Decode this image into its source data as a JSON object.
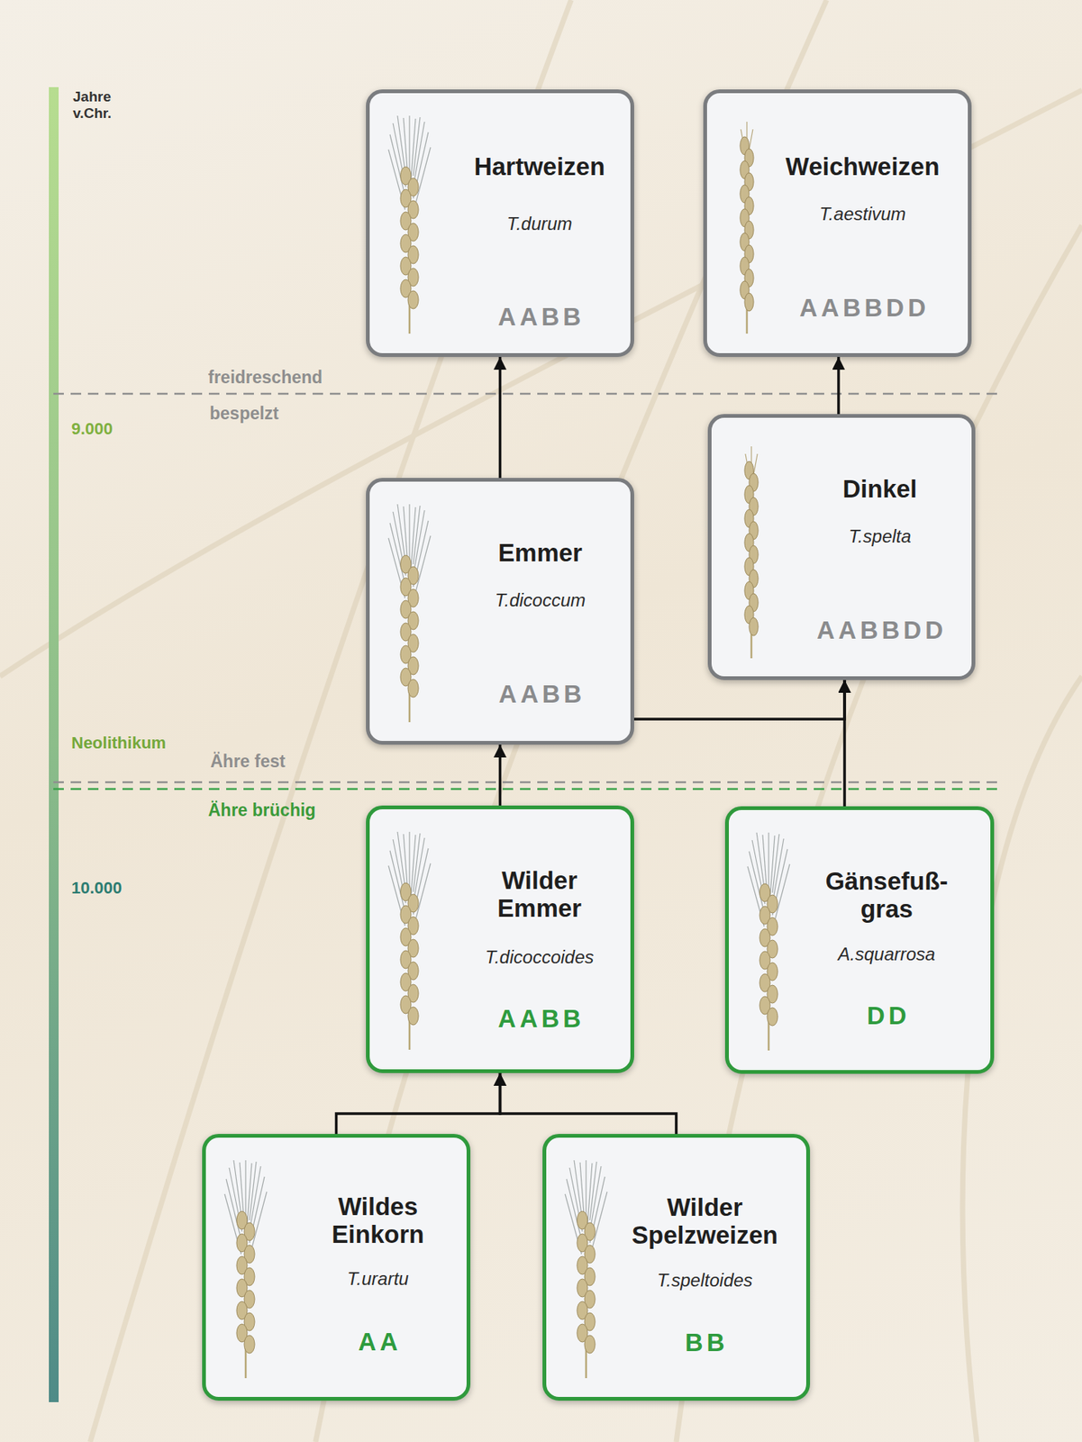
{
  "diagram": {
    "nodes": [
      {
        "text": [
          "Hartweizen",
          "T.durum",
          "AABB"
        ]
      },
      {
        "text": [
          "Weichweizen",
          "T.aestivum",
          "AABBDD"
        ]
      },
      {
        "text": [
          "Dinkel",
          "T.spelta",
          "AABBDD"
        ]
      },
      {
        "text": [
          "Emmer",
          "T.dicoccum",
          "AABB"
        ]
      },
      {
        "text": [
          "Wilder Emmer",
          "T.dicoccoides",
          "AABB"
        ]
      },
      {
        "text": [
          "Gänsefuß- gras",
          "A.squarrosa",
          "DD"
        ]
      },
      {
        "text": [
          "Wildes Einkorn",
          "T.urartu",
          "AA"
        ]
      },
      {
        "text": [
          "Wilder Spelzweizen",
          "T.speltoides",
          "BB"
        ]
      }
    ],
    "edges": [
      {
        "from": 6,
        "to": 4,
        "arrow": "to"
      },
      {
        "from": 7,
        "to": 4,
        "arrow": "to"
      },
      {
        "from": 4,
        "to": 3,
        "arrow": "to"
      },
      {
        "from": 3,
        "to": 2,
        "arrow": "to"
      },
      {
        "from": 5,
        "to": 2,
        "arrow": "to"
      },
      {
        "from": 3,
        "to": 0,
        "arrow": "to"
      },
      {
        "from": 2,
        "to": 1,
        "arrow": "to"
      }
    ],
    "labels": [
      "Jahre v.Chr.",
      "freidreschend",
      "bespelzt",
      "9.000",
      "Neolithikum",
      "Ähre fest",
      "Ähre brüchig",
      "10.000"
    ]
  }
}
